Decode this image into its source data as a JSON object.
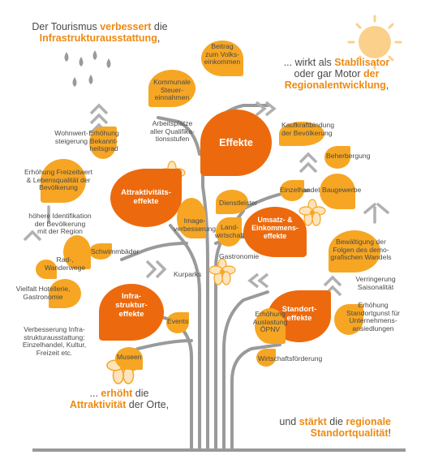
{
  "intro": {
    "top_left": {
      "pre": "Der Tourismus ",
      "em1": "verbessert",
      "mid": " die",
      "em2": "Infrastrukturausstattung",
      "post": ","
    },
    "top_right": {
      "pre": "... wirkt als ",
      "em1": "Stabilisator",
      "mid": "oder gar Motor ",
      "em2": "der",
      "em3": "Regionalentwicklung",
      "post": ","
    },
    "bottom_left": {
      "pre": "... ",
      "em1": "erhöht",
      "mid": " die",
      "em2": "Attraktivität",
      "post": " der Orte,"
    },
    "bottom_right": {
      "pre": "und ",
      "em1": "stärkt",
      "mid": " die ",
      "em2": "regionale",
      "em3": "Standortqualität",
      "post": "!"
    }
  },
  "hubs": {
    "effekte": "Effekte",
    "attraktivitaet": [
      "Attraktivitäts-",
      "effekte"
    ],
    "umsatz": [
      "Umsatz- &",
      "Einkommens-",
      "effekte"
    ],
    "infrastruktur": [
      "Infra-",
      "struktur-",
      "effekte"
    ],
    "standort": [
      "Standort-",
      "effekte"
    ]
  },
  "labels": {
    "beitrag": [
      "Beitrag",
      "zum Volks-",
      "einkommen"
    ],
    "kommunale": [
      "Kommunale",
      "Steuer-",
      "einnahmen"
    ],
    "arbeitsplaetze": [
      "Arbeitsplätze",
      "aller Qualifika-",
      "tionsstufen"
    ],
    "kaufkraft": [
      "Kaufkraftbindung",
      "der Bevölkerung"
    ],
    "beherbergung": "Beherbergung",
    "baugewerbe": "Baugewerbe",
    "einzelhandel": "Einzelhandel",
    "dienstleister": "Dienstleister",
    "landwirtschaft": [
      "Land-",
      "wirtschaft"
    ],
    "gastronomie": "Gastronomie",
    "wohnwert": [
      "Wohnwert-",
      "steigerung"
    ],
    "bekanntheit": [
      "Erhöhung",
      "Bekannt-",
      "heitsgrad"
    ],
    "freizeitwert": [
      "Erhöhung Freizeitwert",
      "& Lebensqualität der",
      "Bevölkerung"
    ],
    "identifikation": [
      "höhere Identifikation",
      "der Bevölkerung",
      "mit der Region"
    ],
    "image": [
      "Image-",
      "verbesserung"
    ],
    "schwimmbaeder": "Schwimmbäder",
    "rad": [
      "Rad-,",
      "Wanderwege"
    ],
    "hotellerie": [
      "Vielfalt Hotellerie,",
      "Gastronomie"
    ],
    "kurparks": "Kurparks",
    "events": "Events",
    "verbesserung": [
      "Verbesserung Infra-",
      "strukturausstattung:",
      "Einzelhandel, Kultur,",
      "Freizeit etc."
    ],
    "museen": "Museen",
    "bewaeltigung": [
      "Bewältigung der",
      "Folgen des demo-",
      "grafischen Wandels"
    ],
    "saisonal": [
      "Verringerung",
      "Saisonalität"
    ],
    "standortgunst": [
      "Erhöhung",
      "Standortgunst für",
      "Unternehmens-",
      "ansiedlungen"
    ],
    "oepnv": [
      "Erhöhung",
      "Auslastung",
      "ÖPNV"
    ],
    "wirtschaft": "Wirtschaftsförderung"
  },
  "colors": {
    "accent": "#ee8a12",
    "leaf": "#f6a623",
    "hub": "#ec6a0d",
    "trunk": "#9a9a9a",
    "sun": "#fbd08a",
    "rain": "#9a9a9a",
    "text": "#4a4a4a"
  }
}
